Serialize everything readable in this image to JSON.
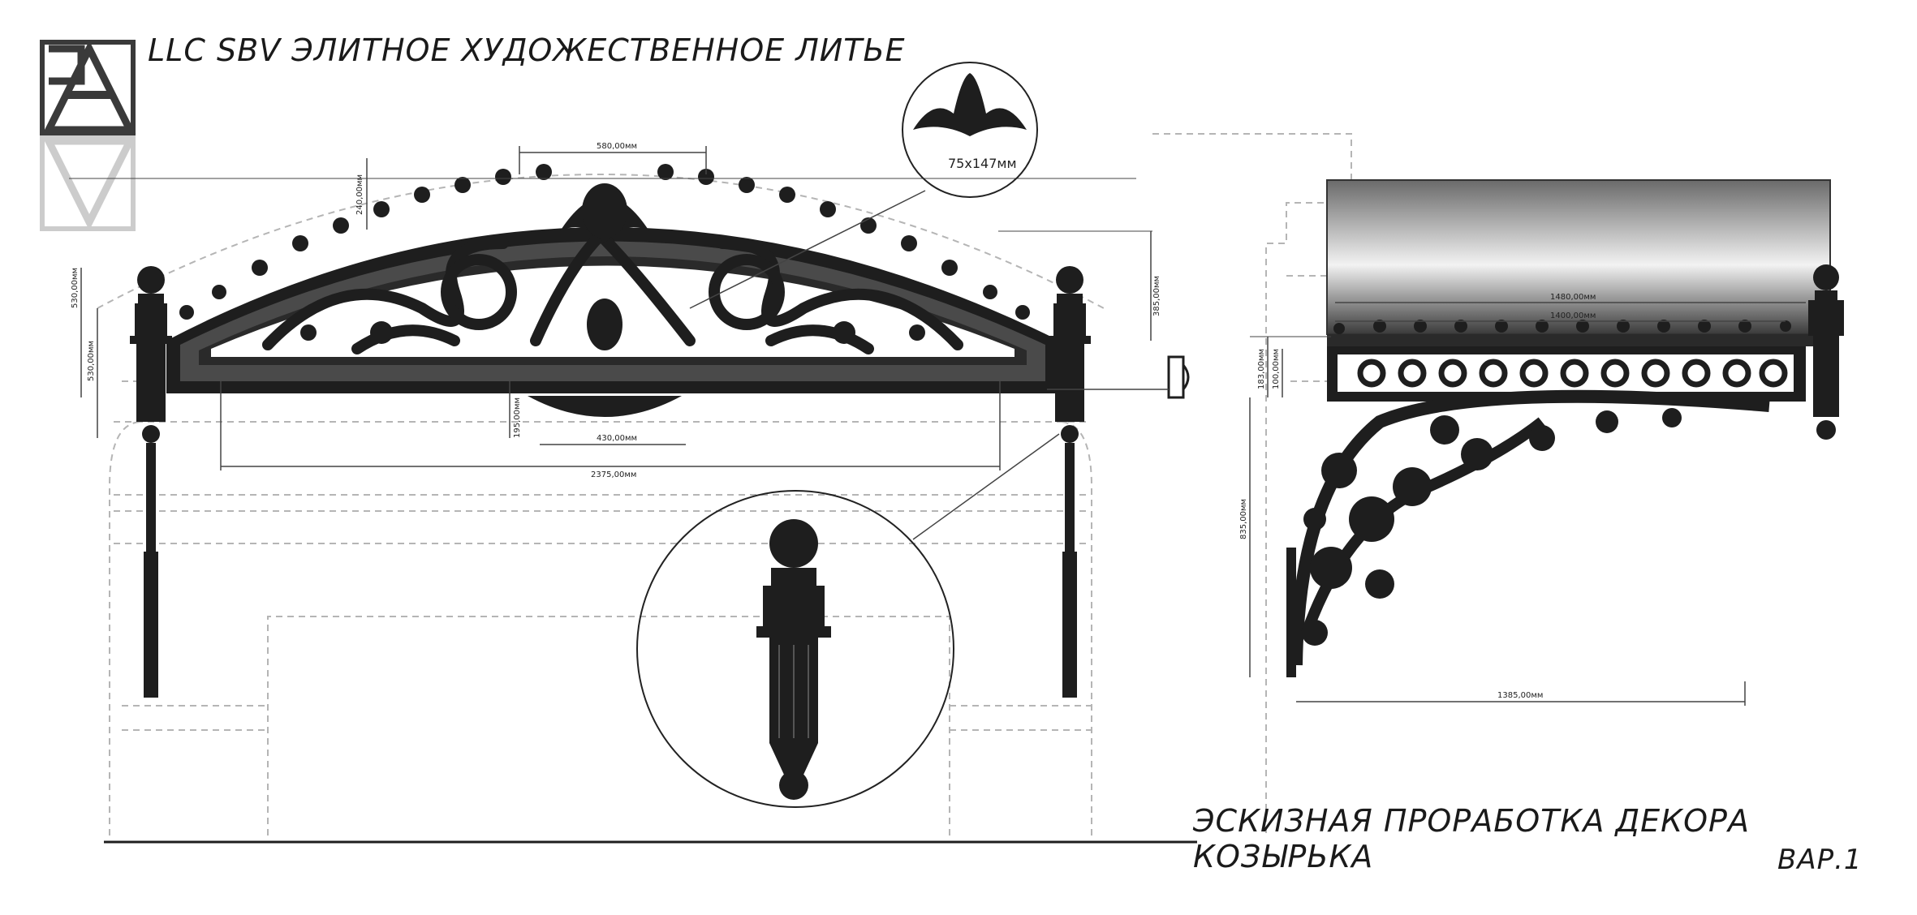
{
  "header": {
    "company": "LLC SBV ЭЛИТНОЕ ХУДОЖЕСТВЕННОЕ ЛИТЬЕ"
  },
  "caption": {
    "title": "ЭСКИЗНАЯ ПРОРАБОТКА ДЕКОРА КОЗЫРЬКА",
    "variant": "ВАР.1"
  },
  "detail": {
    "ornament_size": "75x147мм"
  },
  "dimensions": {
    "top_span": "580,00мм",
    "arch_rise": "240,00мм",
    "overall_height": "530,00мм",
    "post_height": "530,00мм",
    "side_height": "385,00мм",
    "bottom_drop": "195,00мм",
    "bottom_ornament": "430,00мм",
    "overall_width": "2375,00мм",
    "canopy_width": "1480,00мм",
    "frieze_width": "1400,00мм",
    "frieze_height": "183,00мм",
    "frieze_band": "100,00мм",
    "bracket_height": "835,00мм",
    "bracket_depth": "1385,00мм"
  },
  "colors": {
    "ironwork": "#1e1e1e",
    "guide_lines": "#b5b5b5",
    "canopy_top": "#6a6a6a",
    "canopy_bottom": "#ffffff"
  }
}
